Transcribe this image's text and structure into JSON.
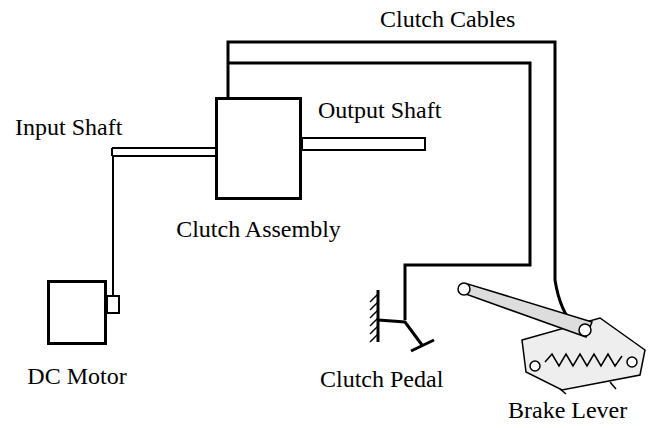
{
  "diagram": {
    "nodes": [
      {
        "text": [
          "Clutch Assembly"
        ]
      },
      {
        "text": [
          "DC Motor"
        ]
      }
    ],
    "edges": [
      {
        "from": 1,
        "to": 0,
        "arrow": "none"
      }
    ],
    "labels": [
      "Clutch Cables",
      "Input Shaft",
      "Output Shaft",
      "Clutch Pedal",
      "Brake Lever"
    ]
  }
}
